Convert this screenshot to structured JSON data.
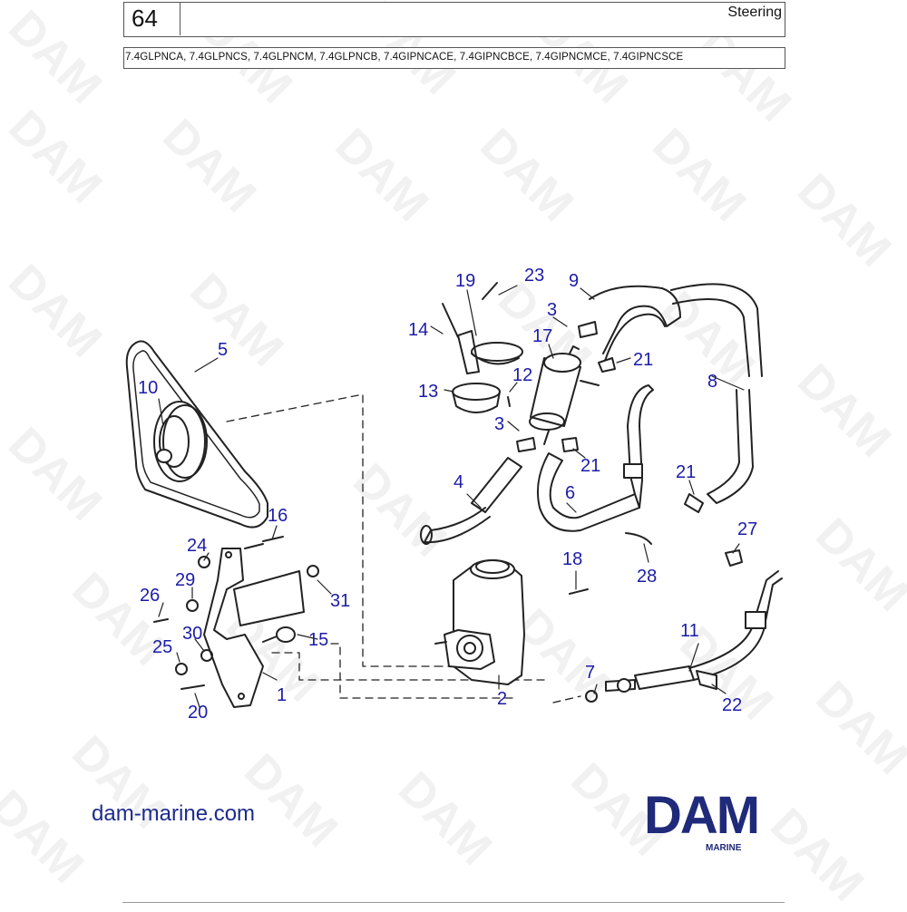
{
  "header": {
    "page_number": "64",
    "section_title": "Steering",
    "models": "7.4GLPNCA, 7.4GLPNCS, 7.4GLPNCM, 7.4GLPNCB, 7.4GIPNCACE, 7.4GIPNCBCE, 7.4GIPNCMCE, 7.4GIPNCSCE"
  },
  "watermark_text": "DAM",
  "callouts": [
    "1",
    "2",
    "3",
    "3",
    "4",
    "5",
    "6",
    "7",
    "8",
    "9",
    "10",
    "11",
    "12",
    "13",
    "14",
    "15",
    "16",
    "17",
    "18",
    "19",
    "20",
    "21",
    "21",
    "21",
    "21",
    "22",
    "23",
    "24",
    "25",
    "26",
    "27",
    "28",
    "29",
    "30",
    "31"
  ],
  "footer": {
    "website": "dam-marine.com",
    "logo_text": "DAM",
    "logo_subtitle": "MARINE"
  },
  "colors": {
    "callout_blue": "#1c1ca8",
    "logo_navy": "#1f2a7a",
    "line_art": "#222222",
    "watermark": "#f1f1f1"
  }
}
